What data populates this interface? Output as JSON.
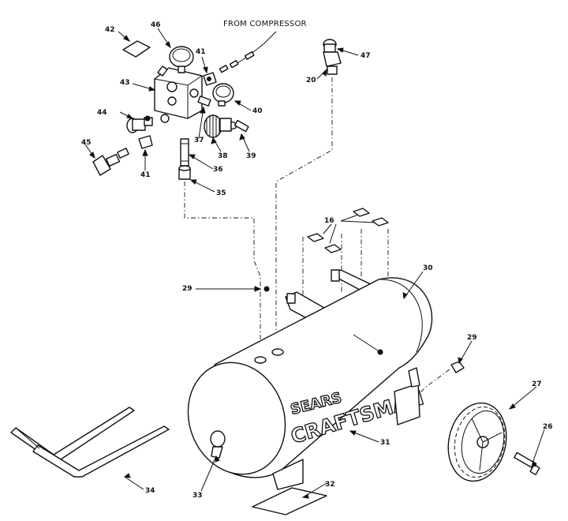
{
  "caption": "FROM COMPRESSOR",
  "brand": {
    "line1": "SEARS",
    "line2": "CRAFTSMAN"
  },
  "callouts": {
    "c42": "42",
    "c46": "46",
    "c41a": "41",
    "c43": "43",
    "c44": "44",
    "c45": "45",
    "c41b": "41",
    "c37": "37",
    "c40": "40",
    "c38": "38",
    "c39": "39",
    "c36": "36",
    "c35": "35",
    "c47": "47",
    "c20": "20",
    "c16": "16",
    "c30": "30",
    "c29a": "29",
    "c29b": "29",
    "c27": "27",
    "c26": "26",
    "c31": "31",
    "c34": "34",
    "c33": "33",
    "c32": "32"
  }
}
